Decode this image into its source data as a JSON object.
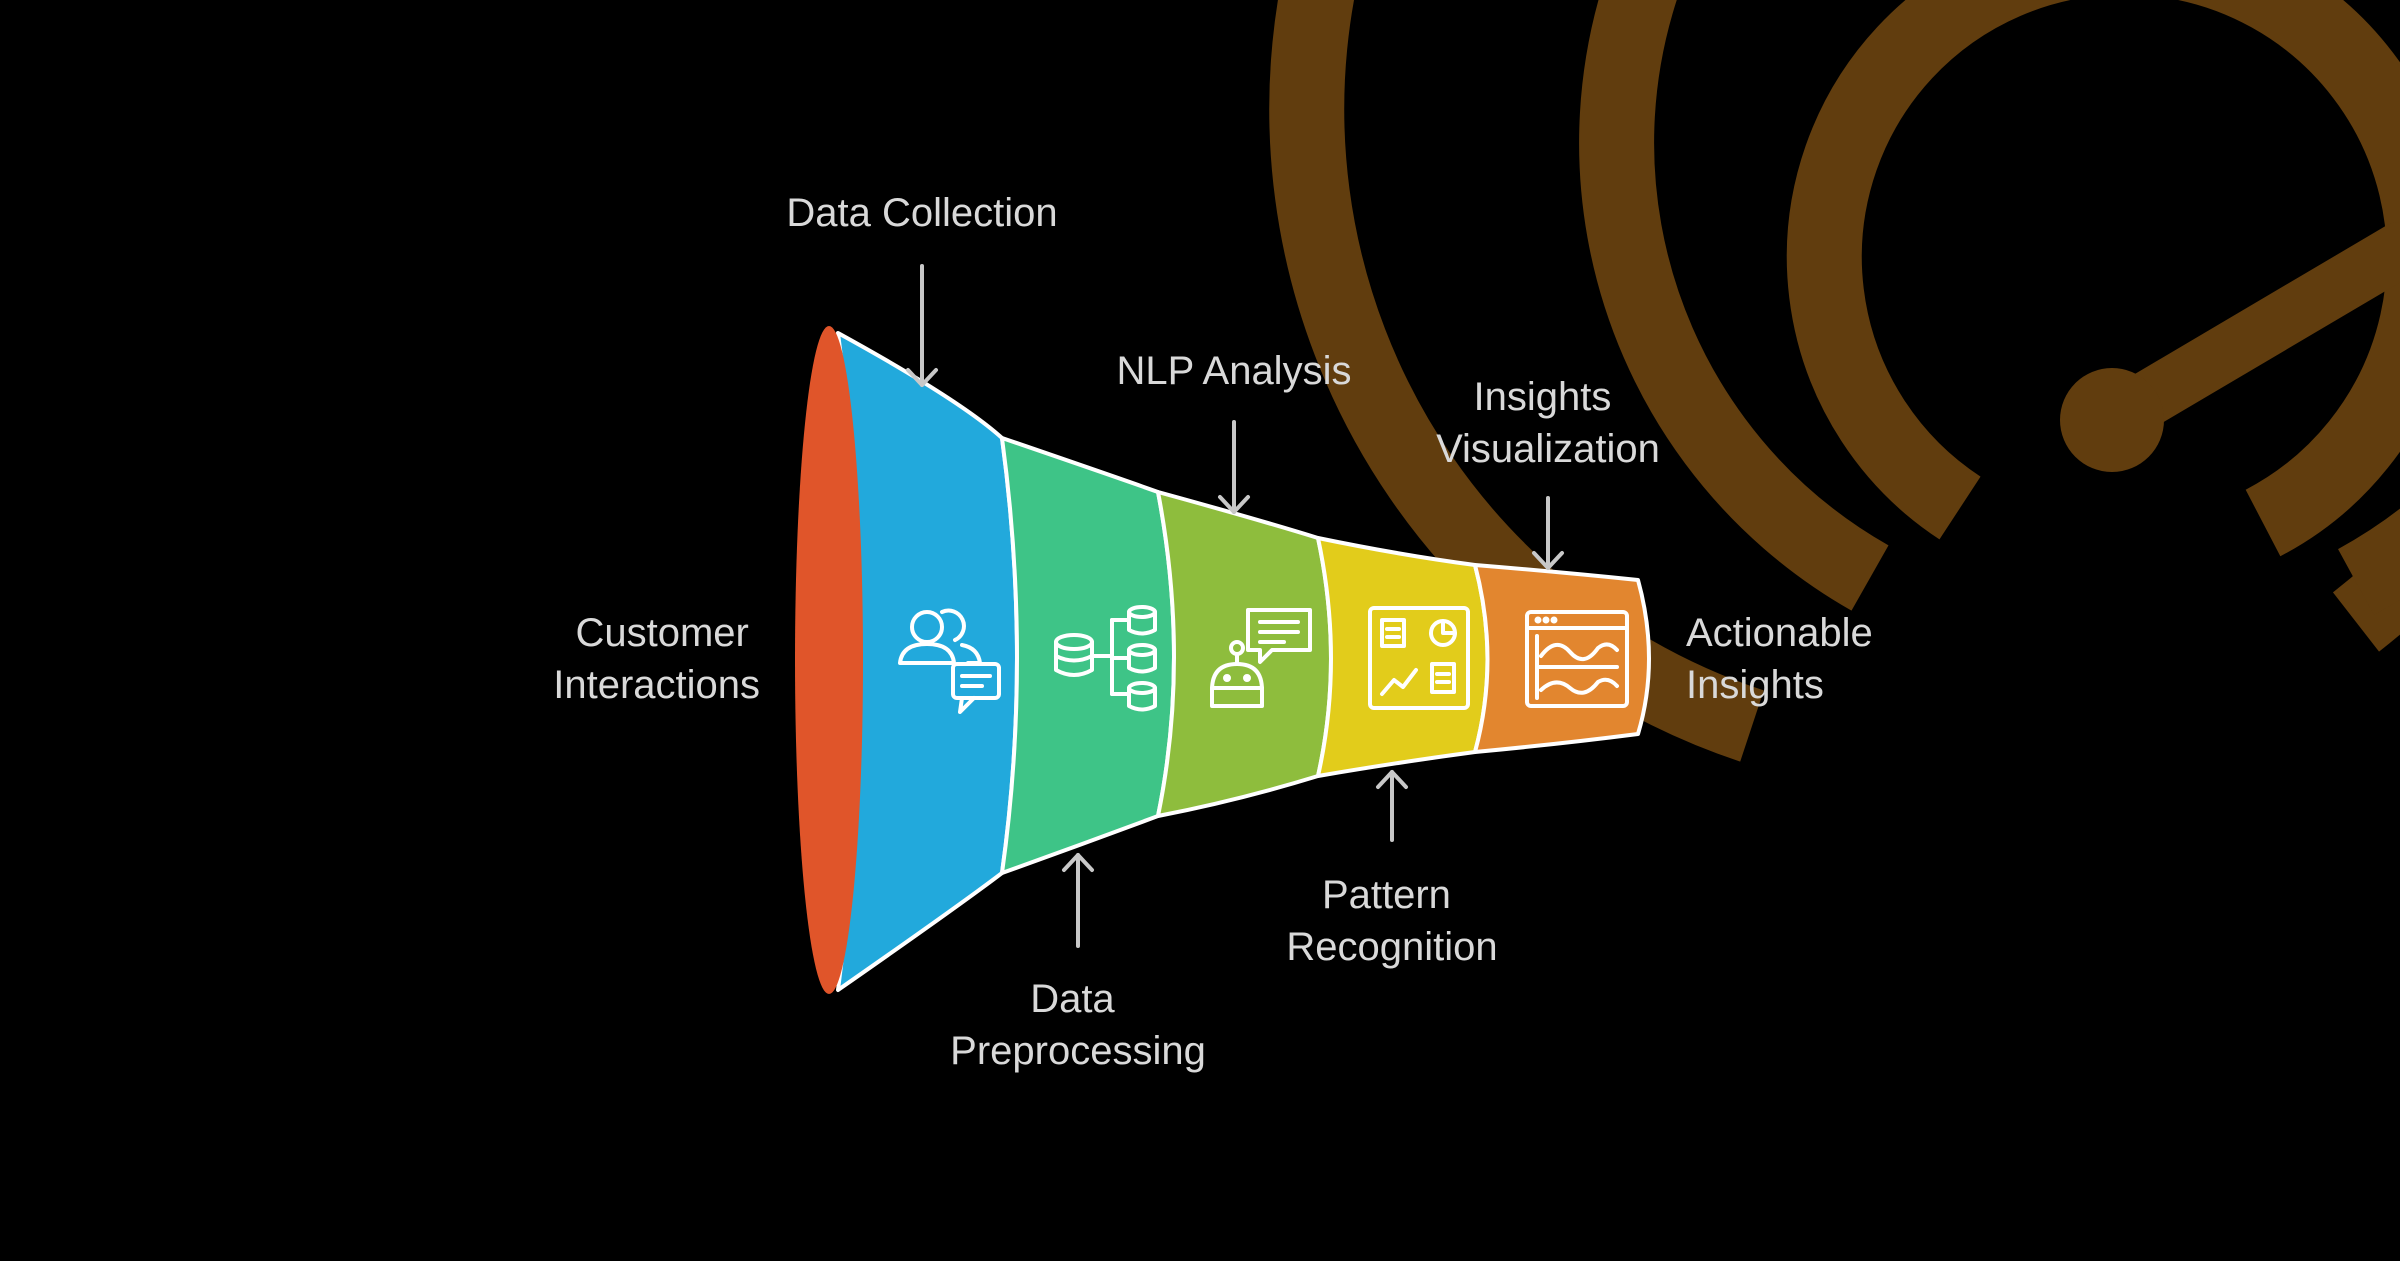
{
  "colors": {
    "background": "#000000",
    "mouth": "#E0552A",
    "segments": [
      "#22A9DC",
      "#3EC487",
      "#8EBD3D",
      "#E2CC1B",
      "#E2862F"
    ],
    "outline": "#FFFFFF",
    "text": "#D9D9D9",
    "arrow": "#C8C8C8",
    "gauge": "#613D0E"
  },
  "diagram": {
    "input_label": {
      "line1": "Customer",
      "line2": "Interactions"
    },
    "output_label": {
      "line1": "Actionable",
      "line2": "Insights"
    },
    "stages": [
      {
        "line1": "Data Collection",
        "line2": "",
        "icon": "users-chat-icon"
      },
      {
        "line1": "Data",
        "line2": "Preprocessing",
        "icon": "database-flow-icon"
      },
      {
        "line1": "NLP Analysis",
        "line2": "",
        "icon": "robot-chat-icon"
      },
      {
        "line1": "Pattern",
        "line2": "Recognition",
        "icon": "dashboard-icon"
      },
      {
        "line1": "Insights",
        "line2": "Visualization",
        "icon": "browser-chart-icon"
      }
    ]
  },
  "decoration": {
    "icon": "gauge-speedometer-icon"
  }
}
